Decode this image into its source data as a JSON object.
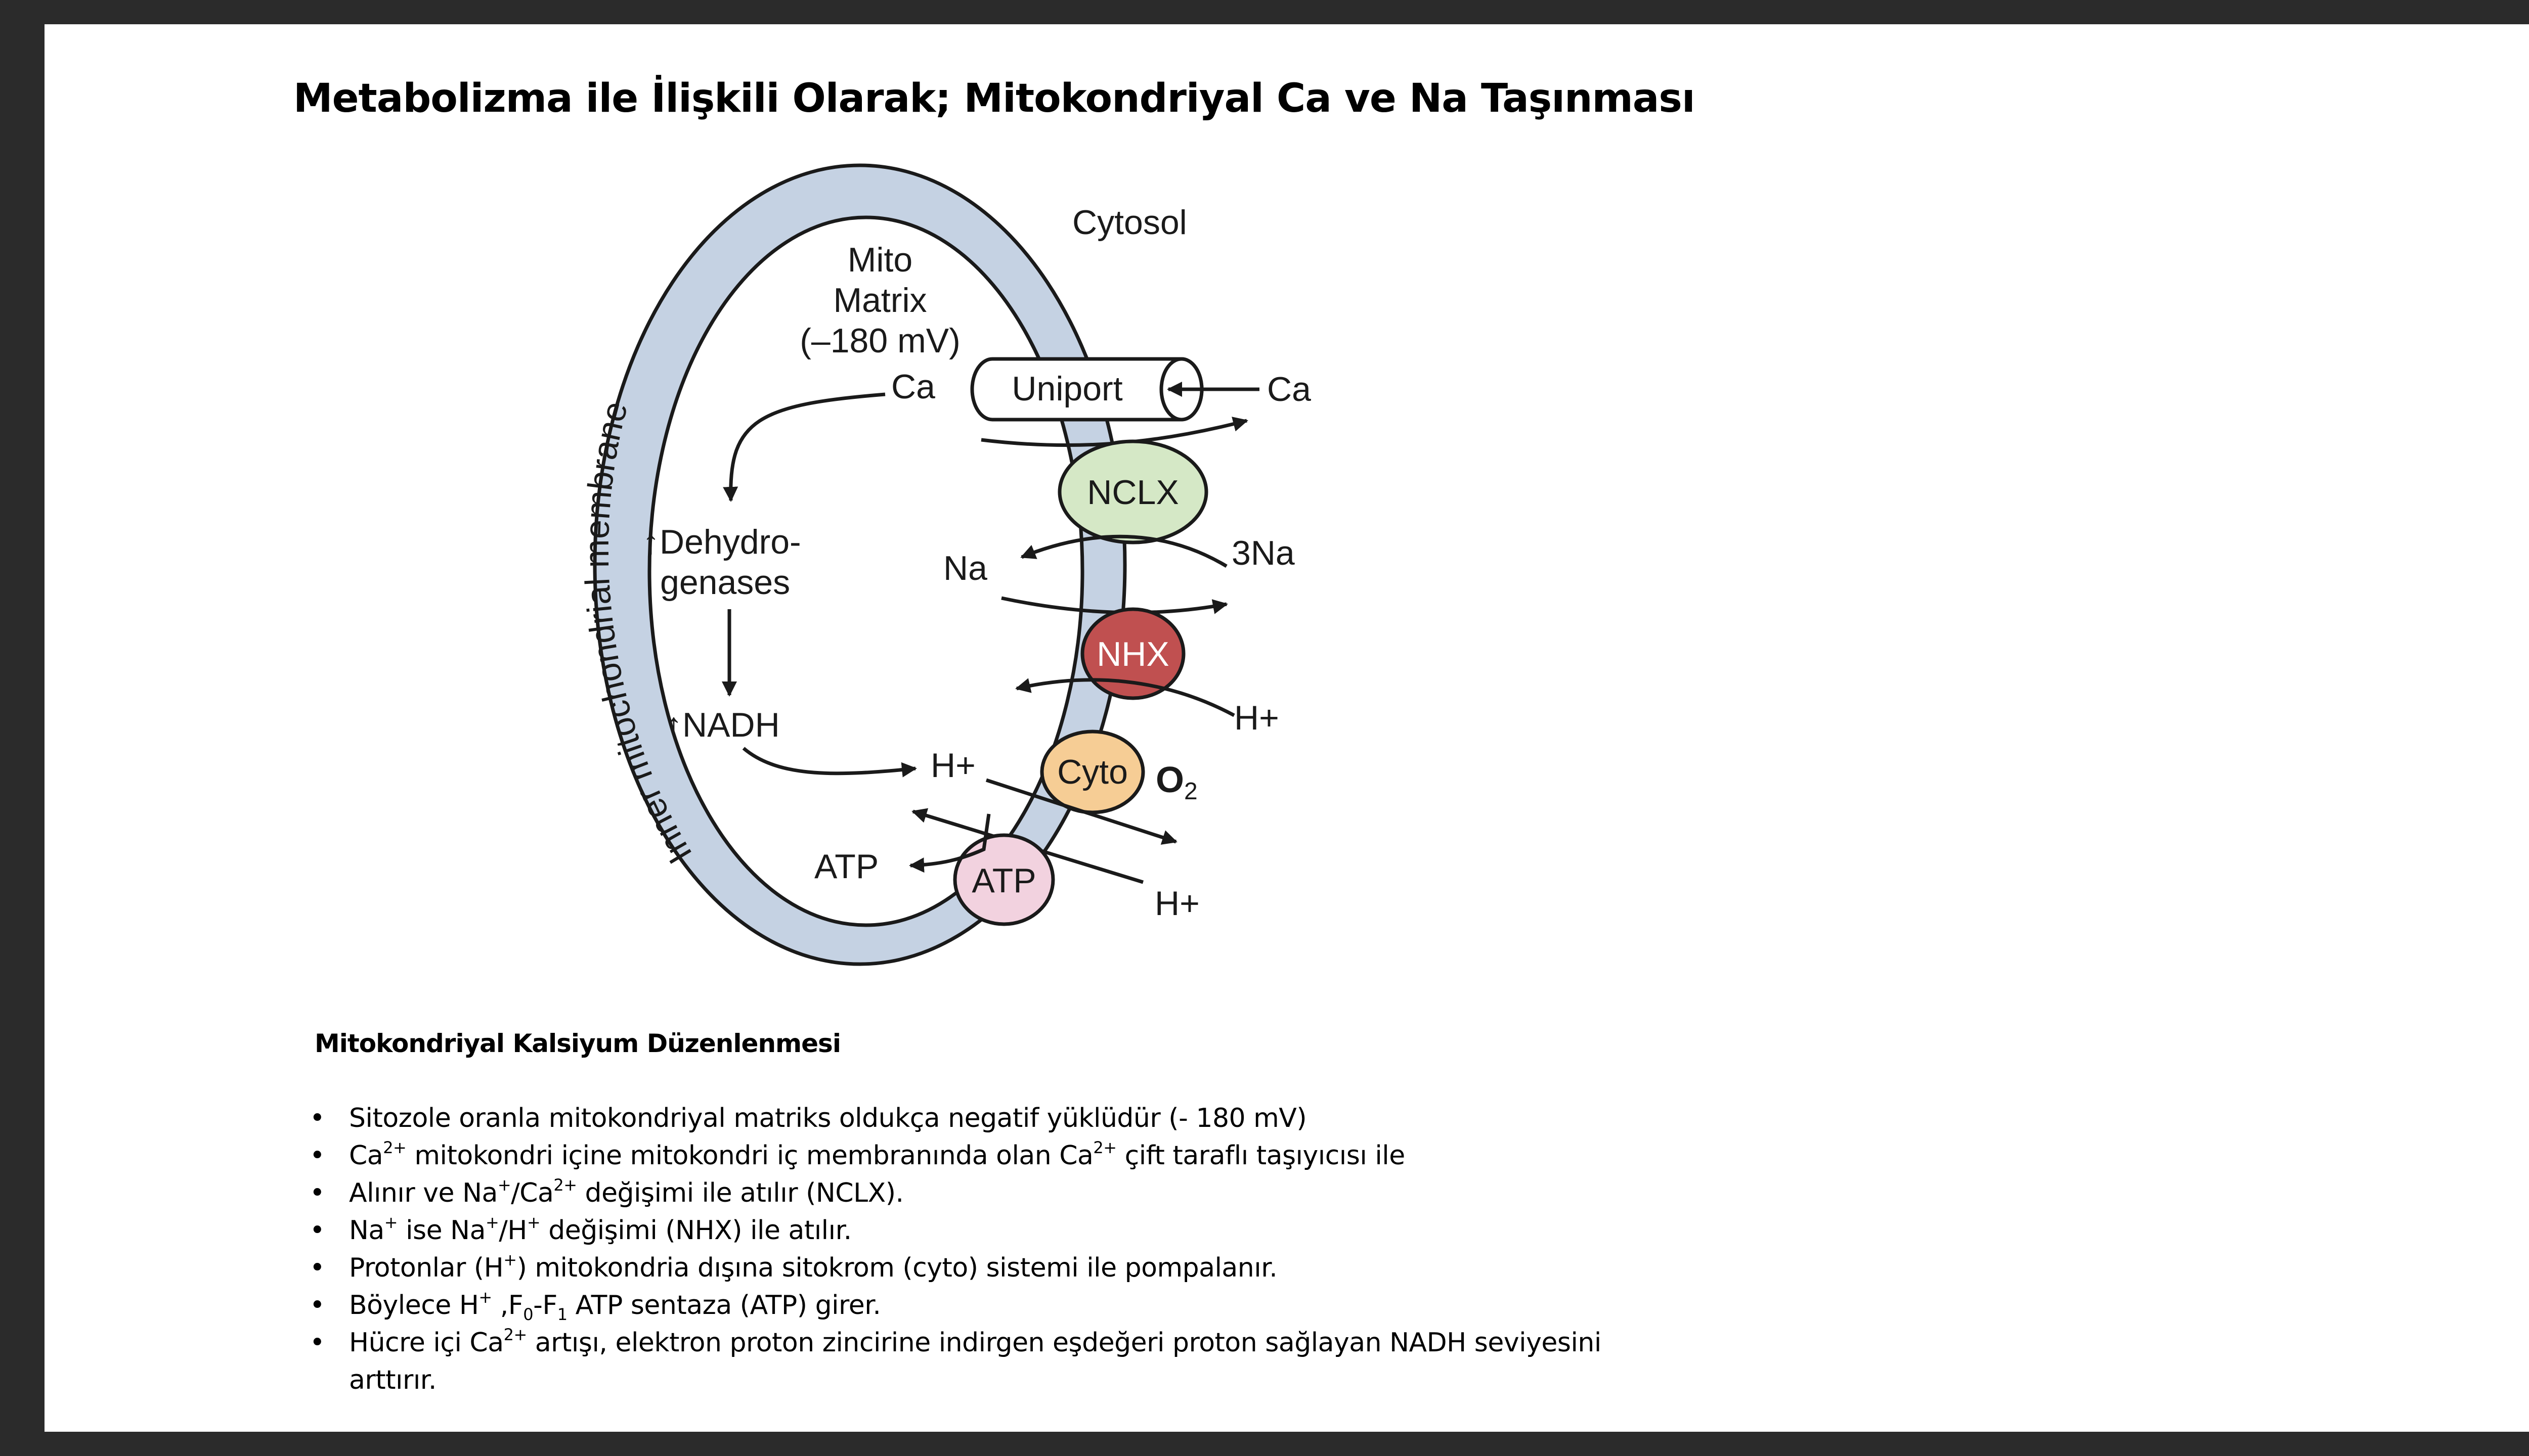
{
  "title": "Metabolizma ile İlişkili Olarak; Mitokondriyal Ca ve Na Taşınması",
  "diagram": {
    "membrane_label": "Inner mitochondrial membrane",
    "cytosol": "Cytosol",
    "matrix_line1": "Mito",
    "matrix_line2": "Matrix",
    "matrix_line3": "(–180 mV)",
    "ca_matrix": "Ca",
    "ca_cytosol": "Ca",
    "uniport": "Uniport",
    "nclx": "NCLX",
    "na_matrix": "Na",
    "three_na": "3Na",
    "nhx": "NHX",
    "h_nhx": "H+",
    "dehydro_line1": "↑Dehydro-",
    "dehydro_line2": "genases",
    "nadh": "↑NADH",
    "h_matrix": "H+",
    "cyto": "Cyto",
    "o2": "O2",
    "atp_matrix": "ATP",
    "atp_synthase": "ATP",
    "h_bottom": "H+",
    "colors": {
      "membrane": "#c5d2e3",
      "nclx": "#d5e8c6",
      "nhx": "#c05050",
      "cyto": "#f6cd95",
      "atp": "#f2d2df"
    }
  },
  "section_heading": "Mitokondriyal Kalsiyum Düzenlenmesi",
  "bullets": {
    "b1": "Sitozole oranla mitokondriyal matriks oldukça negatif yüklüdür (- 180 mV)",
    "b2_a": "Ca",
    "b2_sup1": "2+",
    "b2_b": " mitokondri içine mitokondri iç membranında olan Ca",
    "b2_sup2": "2+",
    "b2_c": " çift taraflı taşıyıcısı ile",
    "b3_a": "Alınır ve Na",
    "b3_sup1": "+",
    "b3_b": "/Ca",
    "b3_sup2": "2+",
    "b3_c": " değişimi ile atılır (NCLX).",
    "b4_a": "Na",
    "b4_sup1": "+",
    "b4_b": " ise Na",
    "b4_sup2": "+",
    "b4_c": "/H",
    "b4_sup3": "+",
    "b4_d": " değişimi (NHX) ile atılır.",
    "b5_a": "Protonlar (H",
    "b5_sup1": "+",
    "b5_b": ") mitokondria dışına sitokrom (cyto) sistemi ile pompalanır.",
    "b6_a": "Böylece H",
    "b6_sup1": "+",
    "b6_b": " ,F",
    "b6_sub1": "0",
    "b6_c": "-F",
    "b6_sub2": "1",
    "b6_d": " ATP sentaza (ATP) girer.",
    "b7_a": "Hücre içi Ca",
    "b7_sup1": "2+",
    "b7_b": " artışı, elektron proton zincirine indirgen eşdeğeri proton sağlayan NADH seviyesini arttırır."
  }
}
